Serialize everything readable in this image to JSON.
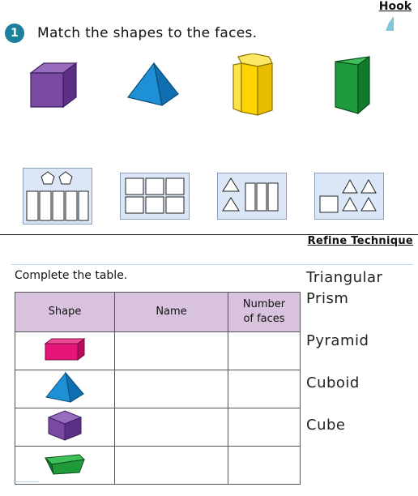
{
  "header": {
    "hook_label": "Hook"
  },
  "question": {
    "number": "1",
    "text": "Match the shapes to the faces."
  },
  "section2": {
    "refine_label": "Refine Technique",
    "instruction": "Complete the table.",
    "table_headers": {
      "shape": "Shape",
      "name": "Name",
      "faces_line1": "Number",
      "faces_line2": "of faces"
    },
    "word_bank": [
      "Triangular",
      "Prism",
      "Pyramid",
      "Cuboid",
      "Cube"
    ]
  },
  "colors": {
    "purple": "#7a4aa3",
    "blue": "#1e90d6",
    "yellow": "#ffd400",
    "green": "#1f9a3a",
    "pink": "#e6157a",
    "header_fill": "#d8c2de",
    "face_panel": "#dbe7f6",
    "badge": "#1c7f9c"
  },
  "icons": [
    "cube-icon",
    "pyramid-icon",
    "hexagonal-prism-icon",
    "triangular-prism-icon",
    "cuboid-icon"
  ]
}
